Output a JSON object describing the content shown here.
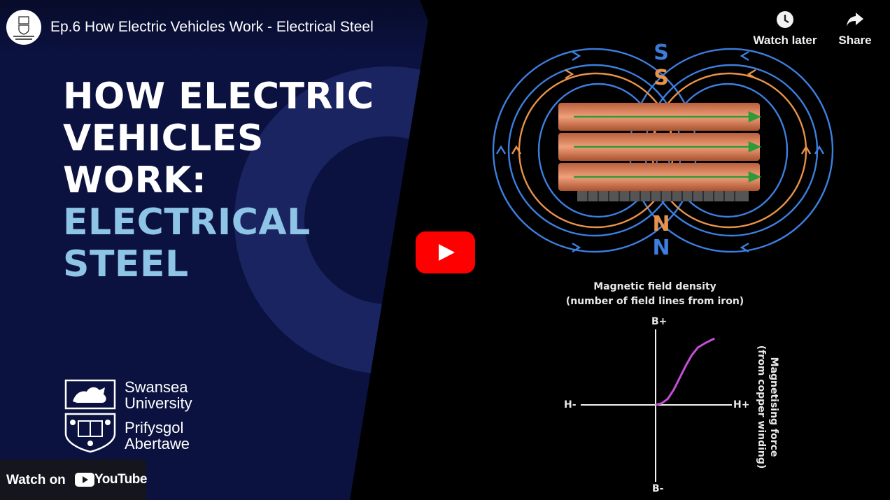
{
  "video": {
    "title": "Ep.6 How Electric Vehicles Work - Electrical Steel"
  },
  "actions": {
    "watch_later": "Watch later",
    "share": "Share"
  },
  "headline": {
    "line1": "HOW ELECTRIC",
    "line2": "VEHICLES",
    "line3": "WORK:",
    "line4": "ELECTRICAL",
    "line5": "STEEL"
  },
  "university": {
    "line1": "Swansea",
    "line2": "University",
    "line3": "Prifysgol",
    "line4": "Abertawe"
  },
  "diagram": {
    "pole_top_outer": "S",
    "pole_top_inner": "S",
    "pole_bottom_inner": "N",
    "pole_bottom_outer": "N"
  },
  "chart": {
    "title_line1": "Magnetic field density",
    "title_line2": "(number of field lines from iron)",
    "y_top": "B+",
    "y_bottom": "B-",
    "x_left": "H-",
    "x_right": "H+",
    "right_label_line1": "Magnetising force",
    "right_label_line2": "(from copper winding)"
  },
  "footer": {
    "watch_on": "Watch on",
    "brand": "YouTube"
  },
  "colors": {
    "panel": "#0b1240",
    "accent_blue_text": "#8ec5e6",
    "field_blue": "#3d7fe0",
    "field_orange": "#e8924a",
    "copper": "#d9835a",
    "arrow_green": "#2e9a3a",
    "curve": "#c54fd8",
    "youtube_red": "#ff0000"
  },
  "chart_data": {
    "type": "line",
    "series": [
      {
        "x": [
          0,
          0.08,
          0.16,
          0.24,
          0.32,
          0.4,
          0.48,
          0.56,
          0.66,
          0.78
        ],
        "y": [
          0,
          0.02,
          0.08,
          0.2,
          0.36,
          0.52,
          0.66,
          0.76,
          0.82,
          0.88
        ]
      }
    ],
    "xlim": [
      -1,
      1
    ],
    "ylim": [
      -1,
      1
    ],
    "grid": false
  }
}
